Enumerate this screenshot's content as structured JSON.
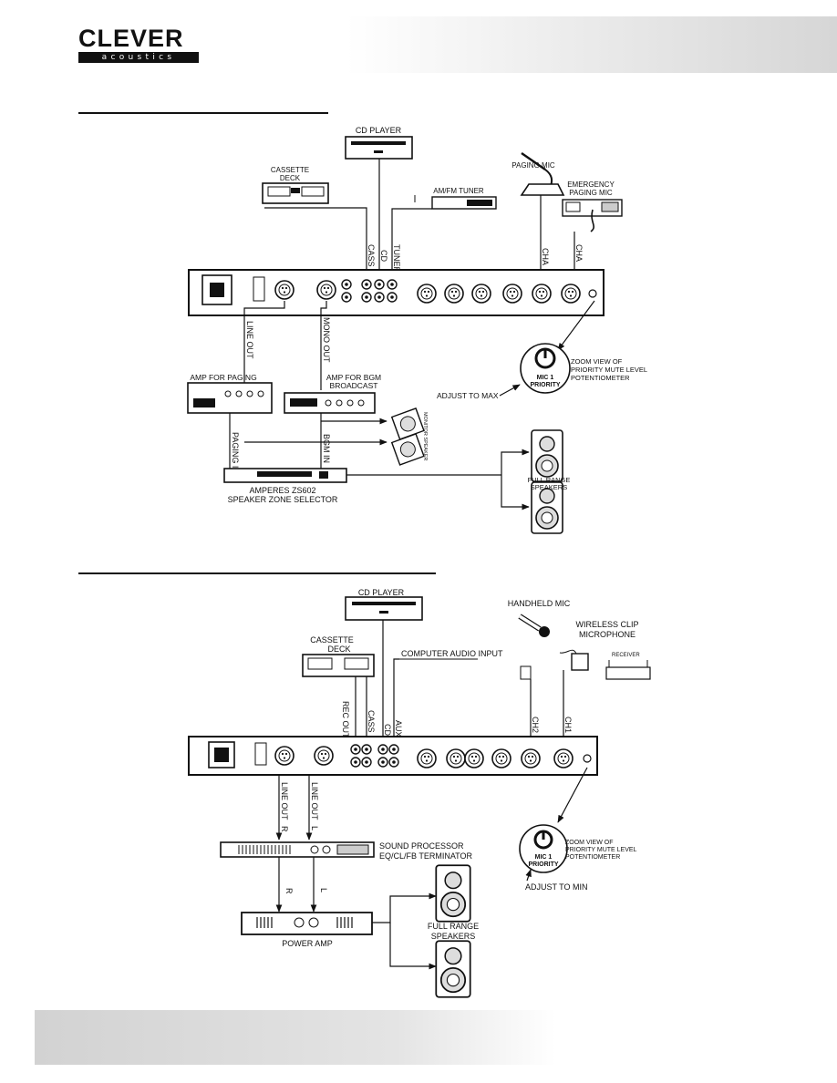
{
  "header": {
    "brand_main": "CLEVER",
    "brand_sub": "acoustics"
  },
  "diagram1": {
    "cd_player": "CD PLAYER",
    "cassette_l1": "CASSETTE",
    "cassette_l2": "DECK",
    "paging_mic": "PAGING MIC",
    "emergency_l1": "EMERGENCY",
    "emergency_l2": "PAGING MIC",
    "amfm_tuner": "AM/FM TUNER",
    "in_cass": "CASS",
    "in_cd": "CD",
    "in_tuner": "TUNER",
    "in_cha": "CHA",
    "in_cha2": "CHA",
    "line_out": "LINE OUT",
    "mono_out": "MONO OUT",
    "amp_paging": "AMP FOR PAGING",
    "amp_bgm_l1": "AMP FOR BGM",
    "amp_bgm_l2": "BROADCAST",
    "monitor_speaker": "MONITOR SPEAKER",
    "paging_in": "PAGING IN",
    "bgm_in": "BGM IN",
    "zone_l1": "AMPERES ZS602",
    "zone_l2": "SPEAKER ZONE SELECTOR",
    "full_range_l1": "FULL RANGE",
    "full_range_l2": "SPEAKERS",
    "zoom_l1": "ZOOM VIEW OF",
    "zoom_l2": "PRIORITY MUTE LEVEL",
    "zoom_l3": "POTENTIOMETER",
    "knob_l1": "MIC 1",
    "knob_l2": "PRIORITY",
    "adjust": "ADJUST TO MAX"
  },
  "diagram2": {
    "cd_player": "CD PLAYER",
    "handheld_mic": "HANDHELD MIC",
    "wireless_l1": "WIRELESS CLIP",
    "wireless_l2": "MICROPHONE",
    "receiver": "RECEIVER",
    "cassette_l1": "CASSETTE",
    "cassette_l2": "DECK",
    "computer_audio": "COMPUTER AUDIO INPUT",
    "rec_out": "REC OUT",
    "in_cass": "CASS",
    "in_cd": "CD",
    "in_aux": "AUX",
    "in_ch2": "CH2",
    "in_ch1": "CH1",
    "line_out_r": "LINE OUT",
    "line_out_l": "LINE OUT",
    "r1": "R",
    "l1": "L",
    "sound_l1": "SOUND PROCESSOR",
    "sound_l2": "EQ/CL/FB TERMINATOR",
    "r2": "R",
    "l2": "L",
    "power_amp": "POWER AMP",
    "full_range_l1": "FULL RANGE",
    "full_range_l2": "SPEAKERS",
    "zoom_l1": "ZOOM VIEW OF",
    "zoom_l2": "PRIORITY MUTE LEVEL",
    "zoom_l3": "POTENTIOMETER",
    "knob_l1": "MIC 1",
    "knob_l2": "PRIORITY",
    "adjust": "ADJUST TO MIN"
  }
}
